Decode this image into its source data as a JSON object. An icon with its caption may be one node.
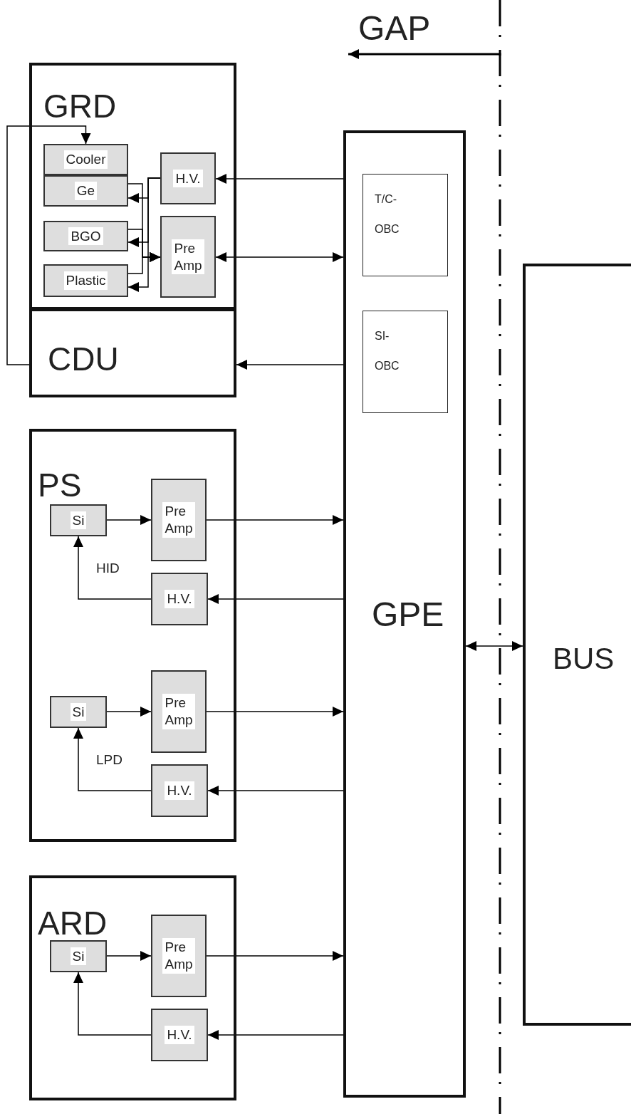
{
  "diagram": {
    "nodes": [
      {
        "text": [
          "GRD"
        ]
      },
      {
        "text": [
          "Cooler"
        ],
        "in": 0
      },
      {
        "text": [
          "Ge"
        ],
        "in": 0
      },
      {
        "text": [
          "BGO"
        ],
        "in": 0
      },
      {
        "text": [
          "Plastic"
        ],
        "in": 0
      },
      {
        "text": [
          "H.V."
        ],
        "in": 0
      },
      {
        "text": [
          "Pre Amp"
        ],
        "in": 0
      },
      {
        "text": [
          "CDU"
        ]
      },
      {
        "text": [
          "GPE"
        ]
      },
      {
        "text": [
          "T/C- OBC"
        ],
        "in": 8
      },
      {
        "text": [
          "SI-OBC"
        ],
        "in": 8
      },
      {
        "text": [
          "PS"
        ]
      },
      {
        "text": [
          "Si"
        ],
        "in": 11
      },
      {
        "text": [
          "Pre Amp"
        ],
        "in": 11
      },
      {
        "text": [
          "H.V."
        ],
        "in": 11
      },
      {
        "text": [
          "Si"
        ],
        "in": 11
      },
      {
        "text": [
          "Pre Amp"
        ],
        "in": 11
      },
      {
        "text": [
          "H.V."
        ],
        "in": 11
      },
      {
        "text": [
          "ARD"
        ]
      },
      {
        "text": [
          "Si"
        ],
        "in": 18
      },
      {
        "text": [
          "Pre Amp"
        ],
        "in": 18
      },
      {
        "text": [
          "H.V."
        ],
        "in": 18
      },
      {
        "text": [
          "BUS"
        ]
      }
    ],
    "edges": [
      {
        "from": 7,
        "to": 1,
        "arrow": "to"
      },
      {
        "from": 8,
        "to": 5,
        "arrow": "to"
      },
      {
        "from": 5,
        "to": 2,
        "arrow": "to"
      },
      {
        "from": 5,
        "to": 3,
        "arrow": "to"
      },
      {
        "from": 5,
        "to": 4,
        "arrow": "to"
      },
      {
        "from": 2,
        "to": 6,
        "arrow": "to"
      },
      {
        "from": 3,
        "to": 6,
        "arrow": "to"
      },
      {
        "from": 4,
        "to": 6,
        "arrow": "to"
      },
      {
        "from": 6,
        "to": 8,
        "arrow": "both"
      },
      {
        "from": 8,
        "to": 7,
        "arrow": "to"
      },
      {
        "from": 12,
        "to": 13,
        "arrow": "to"
      },
      {
        "from": 13,
        "to": 8,
        "arrow": "to"
      },
      {
        "from": 8,
        "to": 14,
        "arrow": "to"
      },
      {
        "from": 14,
        "to": 12,
        "arrow": "to"
      },
      {
        "from": 15,
        "to": 16,
        "arrow": "to"
      },
      {
        "from": 16,
        "to": 8,
        "arrow": "to"
      },
      {
        "from": 8,
        "to": 17,
        "arrow": "to"
      },
      {
        "from": 17,
        "to": 15,
        "arrow": "to"
      },
      {
        "from": 19,
        "to": 20,
        "arrow": "to"
      },
      {
        "from": 20,
        "to": 8,
        "arrow": "to"
      },
      {
        "from": 8,
        "to": 21,
        "arrow": "to"
      },
      {
        "from": 21,
        "to": 19,
        "arrow": "to"
      },
      {
        "from": 8,
        "to": 22,
        "arrow": "both"
      }
    ],
    "labels": [
      "GAP",
      "HID",
      "LPD"
    ]
  }
}
